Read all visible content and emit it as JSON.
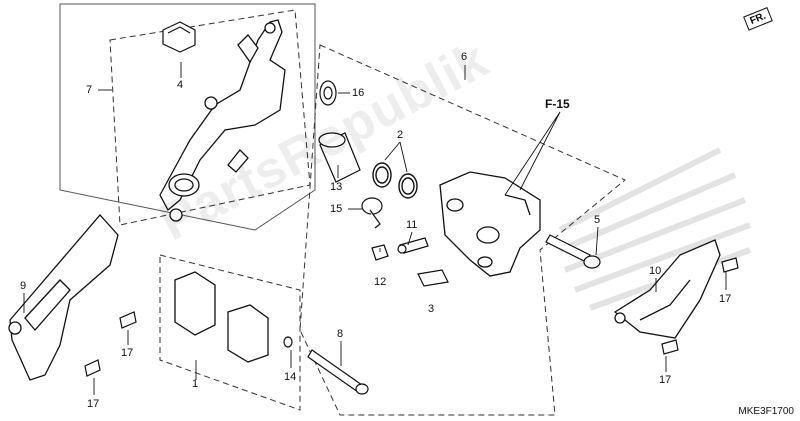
{
  "diagram": {
    "code": "MKE3F1700",
    "direction_label": "FR.",
    "section_ref": "F-15",
    "watermark_text": "PartsRepublik",
    "callouts": [
      {
        "id": "c7",
        "text": "7"
      },
      {
        "id": "c4",
        "text": "4"
      },
      {
        "id": "c6",
        "text": "6"
      },
      {
        "id": "c16",
        "text": "16"
      },
      {
        "id": "c2",
        "text": "2"
      },
      {
        "id": "c13",
        "text": "13"
      },
      {
        "id": "c15",
        "text": "15"
      },
      {
        "id": "c11",
        "text": "11"
      },
      {
        "id": "c12",
        "text": "12"
      },
      {
        "id": "c3",
        "text": "3"
      },
      {
        "id": "c5",
        "text": "5"
      },
      {
        "id": "c9",
        "text": "9"
      },
      {
        "id": "c17a",
        "text": "17"
      },
      {
        "id": "c17b",
        "text": "17"
      },
      {
        "id": "c10",
        "text": "10"
      },
      {
        "id": "c17c",
        "text": "17"
      },
      {
        "id": "c17d",
        "text": "17"
      },
      {
        "id": "c8",
        "text": "8"
      },
      {
        "id": "c14",
        "text": "14"
      },
      {
        "id": "c1",
        "text": "1"
      }
    ]
  }
}
